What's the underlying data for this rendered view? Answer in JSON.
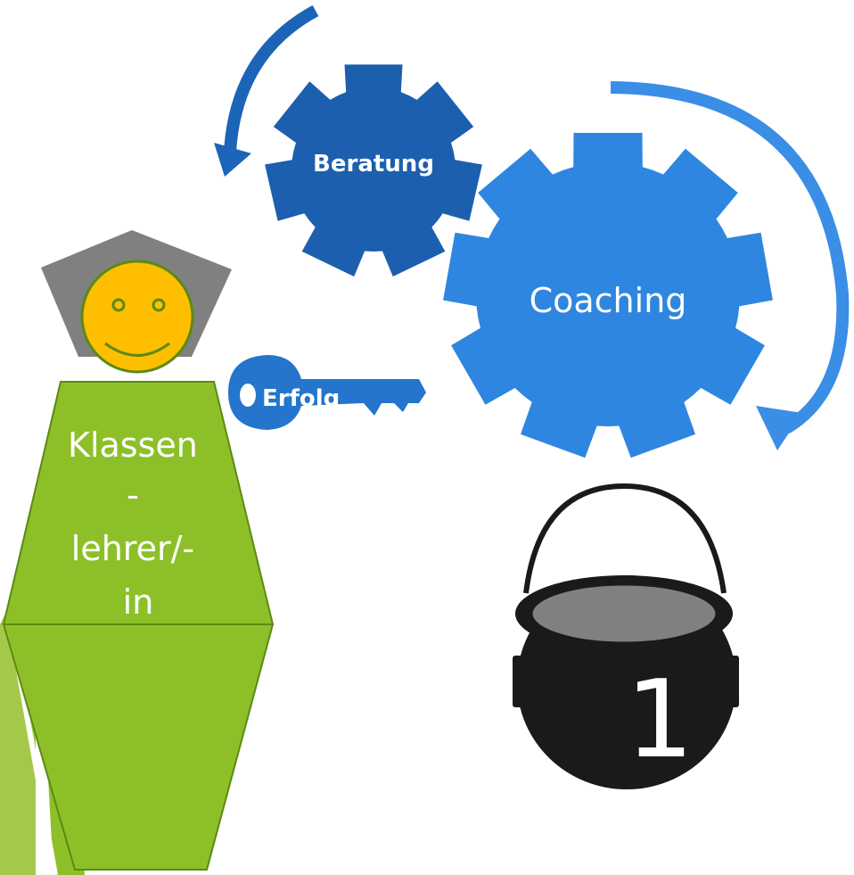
{
  "gears": {
    "small": {
      "label": "Beratung"
    },
    "large": {
      "label": "Coaching"
    }
  },
  "key": {
    "label": "Erfolg"
  },
  "figure": {
    "label_lines": [
      "Klassen",
      "-",
      "lehrer/-",
      "in"
    ]
  },
  "pot": {
    "number": "1"
  },
  "colors": {
    "gear_small": "#1c5fae",
    "gear_large": "#2e86e0",
    "arrow_dark": "#1c64b8",
    "arrow_light": "#3a8ee6",
    "key": "#2575cc",
    "figure_green": "#8dc028",
    "figure_head": "#ffbf00",
    "figure_hat": "#808080",
    "pot_black": "#1a1a1a",
    "pot_rim": "#808080"
  }
}
